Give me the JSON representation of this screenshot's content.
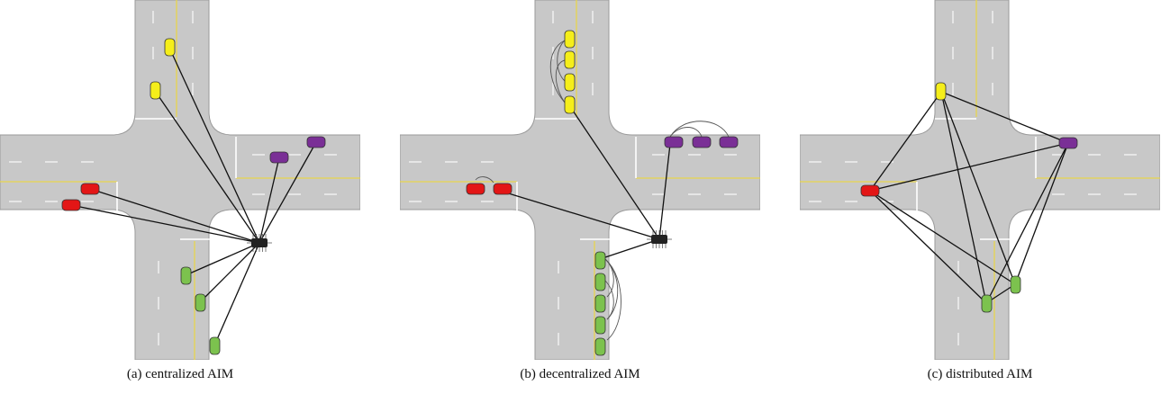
{
  "captions": {
    "a": "(a) centralized AIM",
    "b": "(b) decentralized AIM",
    "c": "(c) distributed AIM"
  },
  "colors": {
    "road": "#c8c8c8",
    "road_edge": "#9a9a9a",
    "center_line": "#e8d44d",
    "lane_mark": "#ffffff",
    "link": "#111111",
    "chip": "#222222",
    "vehicle_yellow": "#f5ee1a",
    "vehicle_purple": "#7a2f96",
    "vehicle_red": "#e31616",
    "vehicle_green": "#7cc24e"
  },
  "icons": {
    "controller": "chip-icon"
  }
}
